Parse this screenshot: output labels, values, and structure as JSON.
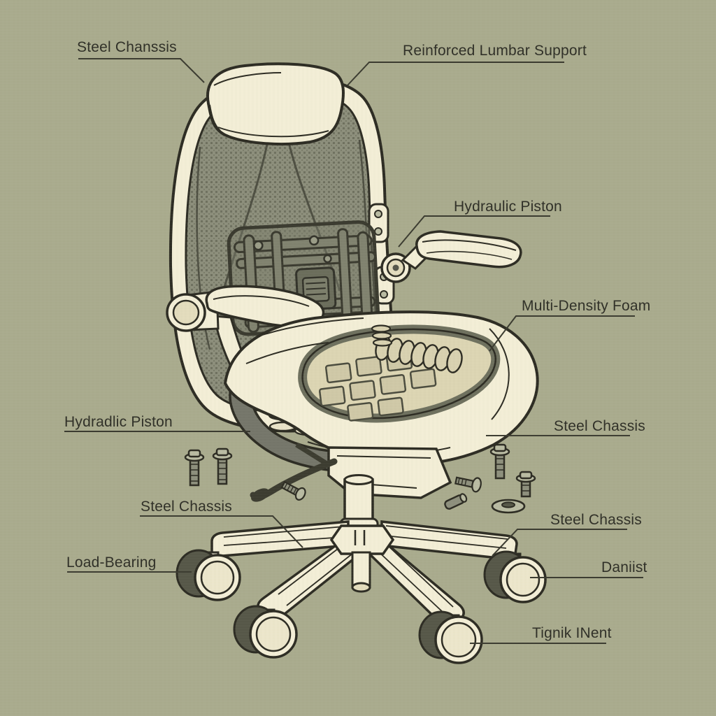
{
  "illustration": {
    "subject": "Exploded technical line drawing of an ergonomic mesh office chair with callout labels",
    "style": "vintage ink illustration on sage paper",
    "parts": [
      "headrest",
      "backrest-frame",
      "mesh-panel",
      "lumbar-mechanism",
      "right-armrest",
      "left-armrest",
      "seat-cushion",
      "seat-spring-cutaway",
      "tilt-lever",
      "gas-column",
      "five-star-base",
      "casters",
      "loose-bolts",
      "washer",
      "pin"
    ]
  },
  "palette": {
    "background": "#a9ab8d",
    "chair_cream": "#f3eed6",
    "cream_shade": "#e3dcbd",
    "mesh": "#8c8e7b",
    "mesh_dark": "#6f715f",
    "frame_dark": "#7a7c6a",
    "tire_dark": "#565748",
    "outline": "#2d2c23",
    "leader_line": "#3b3b30",
    "label_text": "#2f2f27"
  },
  "labels": [
    {
      "id": "label-steel-chanssis-headrest",
      "text": "Steel Chanssis",
      "target": "headrest"
    },
    {
      "id": "label-reinforced-lumbar-support",
      "text": "Reinforced Lumbar Support",
      "target": "backrest-top"
    },
    {
      "id": "label-hydraulic-piston-armrest",
      "text": "Hydraulic Piston",
      "target": "armrest-pivot"
    },
    {
      "id": "label-multi-density-foam",
      "text": "Multi-Density Foam",
      "target": "seat-cushion"
    },
    {
      "id": "label-hydradlic-piston-seat",
      "text": "Hydradlic Piston",
      "target": "seat-side-mechanism"
    },
    {
      "id": "label-steel-chassis-seat",
      "text": "Steel Chassis",
      "target": "seat-underside"
    },
    {
      "id": "label-steel-chassis-base-left",
      "text": "Steel Chassis",
      "target": "base-left-leg"
    },
    {
      "id": "label-load-bearing",
      "text": "Load-Bearing",
      "target": "left-caster"
    },
    {
      "id": "label-steel-chassis-base-right",
      "text": "Steel Chassis",
      "target": "base-right-leg"
    },
    {
      "id": "label-daniist",
      "text": "Daniist",
      "target": "right-caster"
    },
    {
      "id": "label-tignik-inent",
      "text": "Tignik INent",
      "target": "bottom-caster"
    }
  ]
}
